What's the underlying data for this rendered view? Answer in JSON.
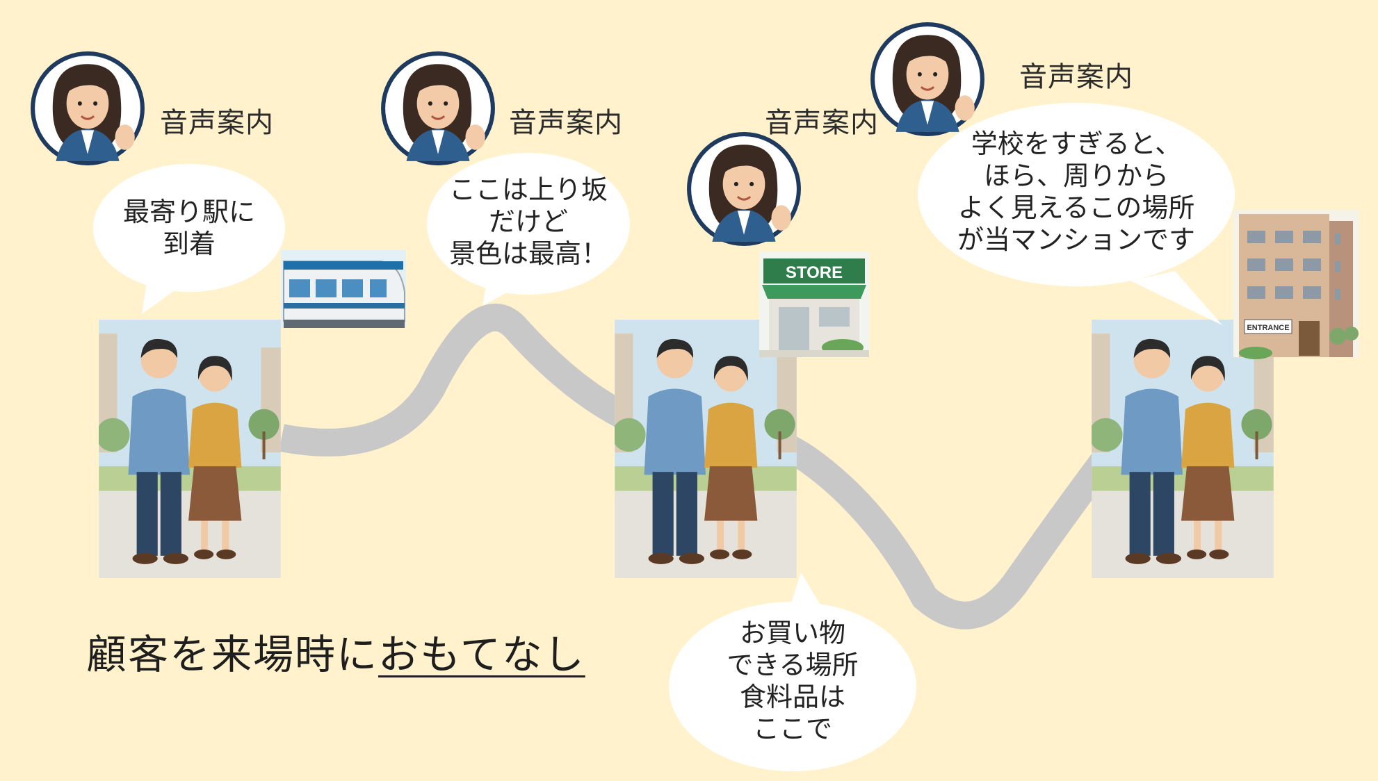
{
  "palette": {
    "background": "#fff2cc",
    "road": "#c8c8c8",
    "bubble": "#ffffff",
    "guide_ring": "#1f3a5f"
  },
  "icons": [
    "guide-avatar-icon",
    "train-icon",
    "store-icon",
    "apartment-building-icon",
    "walking-couple-illustration"
  ],
  "stops": [
    {
      "guide_label": "音声案内",
      "bubble_lines": [
        "最寄り駅に",
        "到着"
      ]
    },
    {
      "guide_label": "音声案内",
      "bubble_lines": [
        "ここは上り坂",
        "だけど",
        "景色は最高！"
      ]
    },
    {
      "guide_label": "音声案内",
      "bubble_lines": [
        "お買い物",
        "できる場所",
        "食料品は",
        "ここで"
      ]
    },
    {
      "guide_label": "音声案内",
      "bubble_lines": [
        "学校をすぎると、",
        "ほら、周りから",
        "よく見えるこの場所",
        "が当マンションです"
      ]
    }
  ],
  "store_sign": "STORE",
  "entrance_sign": "ENTRANCE",
  "title": {
    "prefix": "顧客を来場時に",
    "underlined": "おもてなし"
  }
}
